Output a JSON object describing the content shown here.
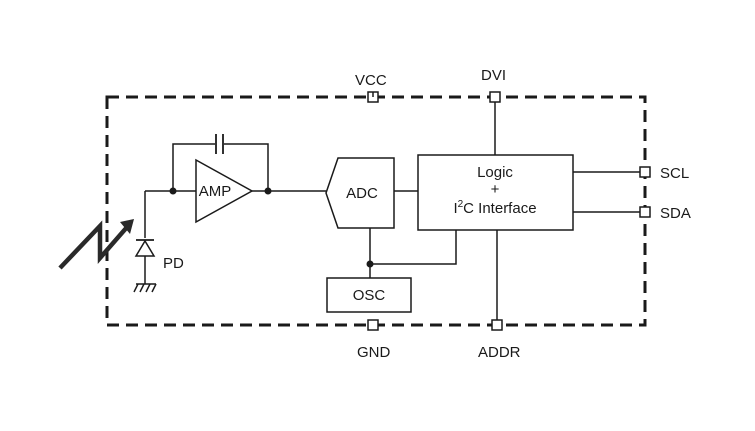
{
  "pins": {
    "vcc": "VCC",
    "dvi": "DVI",
    "scl": "SCL",
    "sda": "SDA",
    "gnd": "GND",
    "addr": "ADDR"
  },
  "blocks": {
    "amp": "AMP",
    "adc": "ADC",
    "osc": "OSC",
    "logic_line1": "Logic",
    "logic_line2": "+",
    "logic_i": "I",
    "logic_sup": "2",
    "logic_rest": "C Interface"
  },
  "components": {
    "photodiode": "PD"
  },
  "colors": {
    "line": "#1a1a1a",
    "background": "#ffffff"
  }
}
